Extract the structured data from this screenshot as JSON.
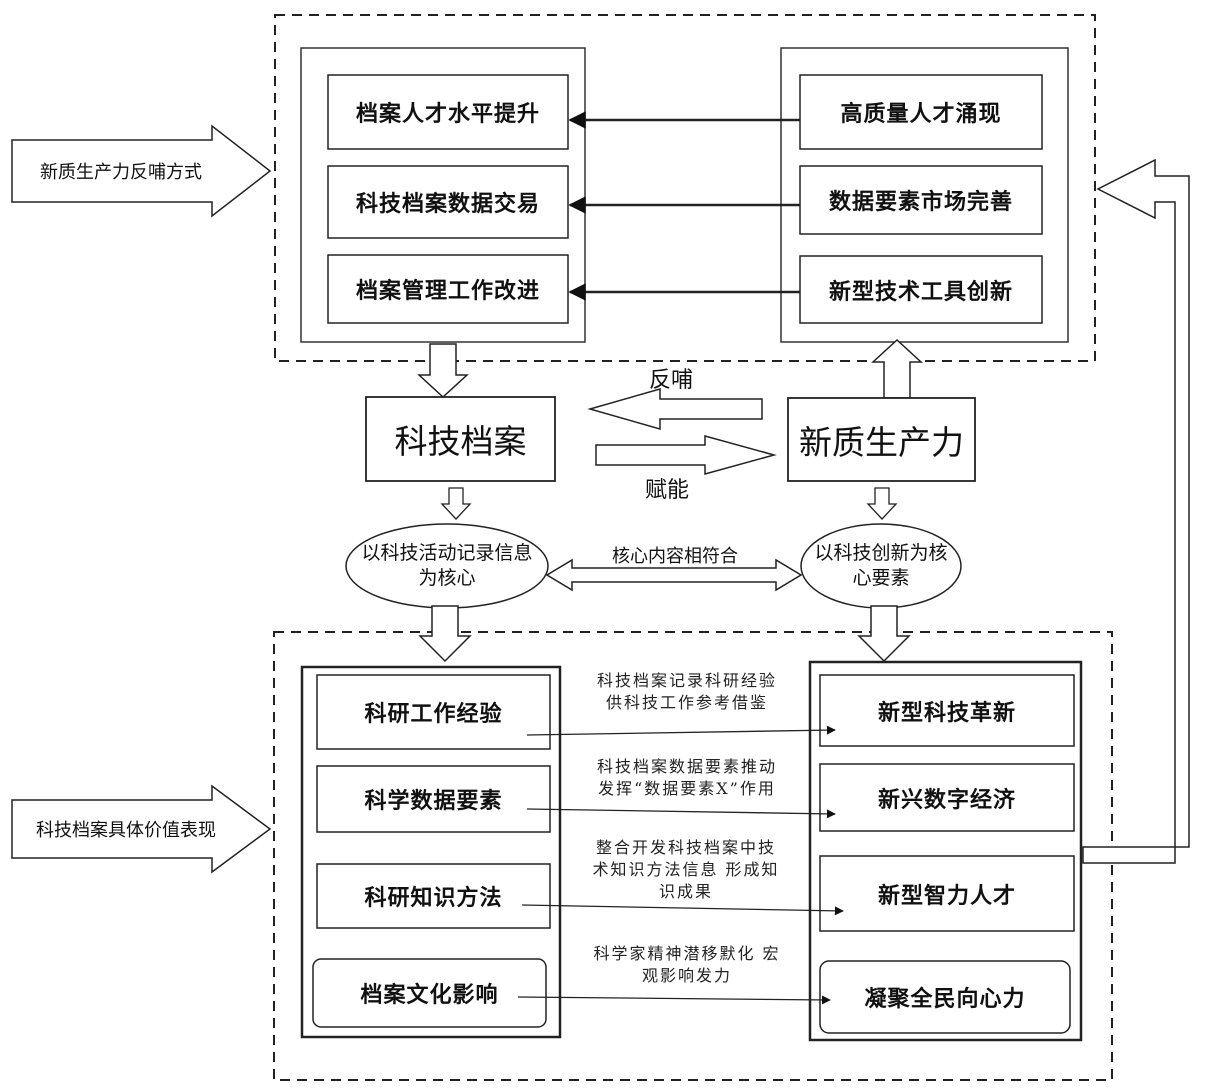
{
  "top_section": {
    "left_items": [
      "档案人才水平提升",
      "科技档案数据交易",
      "档案管理工作改进"
    ],
    "right_items": [
      "高质量人才涌现",
      "数据要素市场完善",
      "新型技术工具创新"
    ]
  },
  "side_labels": {
    "top": "新质生产力反哺方式",
    "bottom": "科技档案具体价值表现"
  },
  "center": {
    "left_box": "科技档案",
    "right_box": "新质生产力",
    "back_arrow_label": "反哺",
    "forward_arrow_label": "赋能",
    "left_ellipse": "以科技活动记录信息为核心",
    "right_ellipse": "以科技创新为核心要素",
    "link_label": "核心内容相符合"
  },
  "bottom_section": {
    "left_items": [
      "科研工作经验",
      "科学数据要素",
      "科研知识方法",
      "档案文化影响"
    ],
    "right_items": [
      "新型科技革新",
      "新兴数字经济",
      "新型智力人才",
      "凝聚全民向心力"
    ],
    "notes": [
      "科技档案记录科研经验 供科技工作参考借鉴",
      "科技档案数据要素推动发挥“数据要素X”作用",
      "整合开发科技档案中技术知识方法信息 形成知识成果",
      "科学家精神潜移默化 宏观影响发力"
    ]
  }
}
